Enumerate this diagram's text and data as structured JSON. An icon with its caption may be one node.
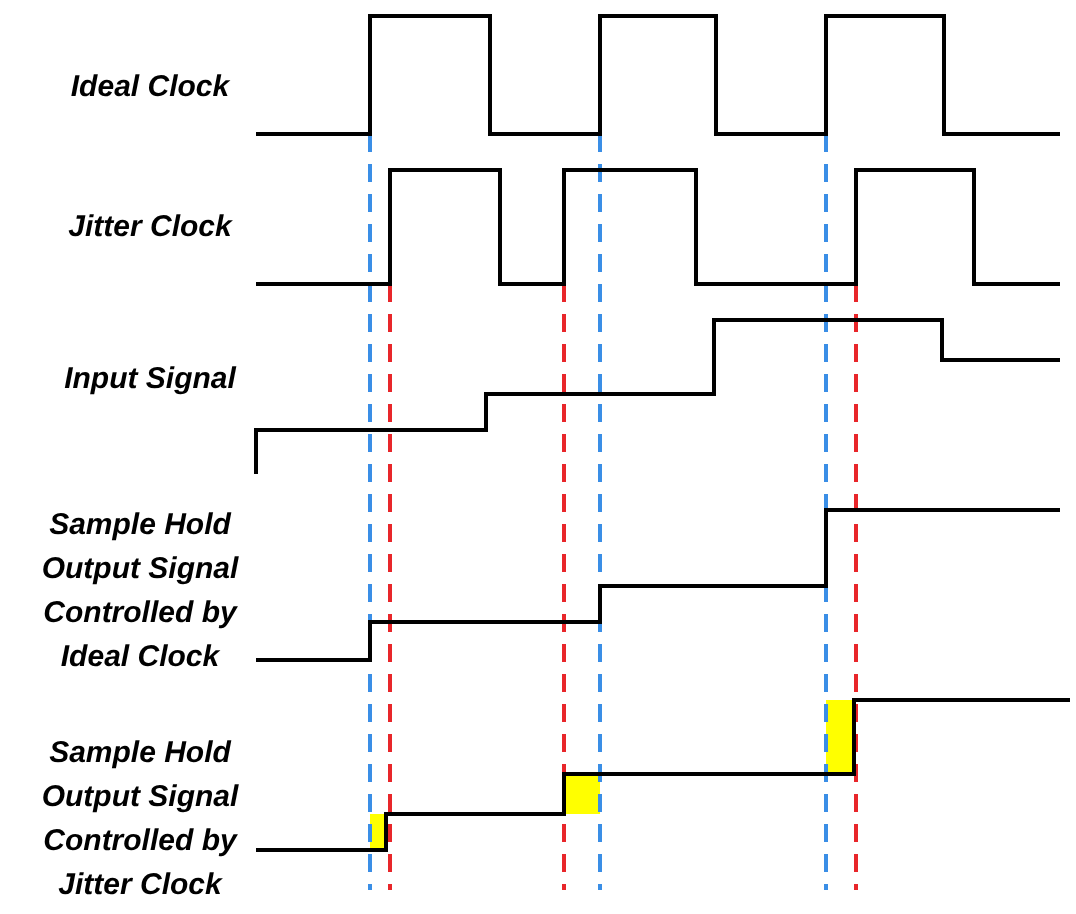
{
  "diagram": {
    "labels": [
      "Ideal Clock",
      "Jitter Clock",
      "Input Signal",
      "Sample Hold Output Signal Controlled by Ideal Clock",
      "Sample Hold Output Signal Controlled by Jitter Clock"
    ]
  }
}
